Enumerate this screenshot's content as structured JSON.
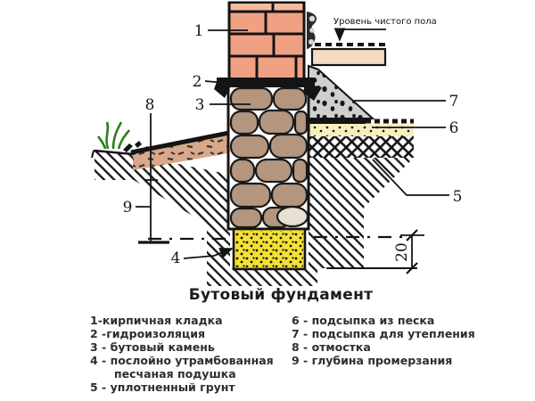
{
  "title": "Бутовый фундамент",
  "floor_level_label": "Уровень чистого пола",
  "dimension_frost_offset": "20",
  "callouts": {
    "n1": "1",
    "n2": "2",
    "n3": "3",
    "n4": "4",
    "n5": "5",
    "n6": "6",
    "n7": "7",
    "n8": "8",
    "n9": "9"
  },
  "legend": {
    "left": [
      "1-кирпичная кладка",
      "2 -гидроизоляция",
      "3 - бутовый камень",
      "4 - послойно утрамбованная",
      "песчаная подушка",
      "5 - уплотненный грунт"
    ],
    "right": [
      "6 - подсыпка из песка",
      "7 - подсыпка для утепления",
      "8 - отмостка",
      "9  - глубина промерзания"
    ]
  },
  "colors": {
    "line": "#141414",
    "brick": "#f0a184",
    "brick_light": "#f6bb9e",
    "stone": "#b4967f",
    "stone_light": "#e9e0d5",
    "sand_cushion": "#f2e034",
    "sand_layer": "#f6eebc",
    "gravel": "#cfcfcf",
    "slab": "#f5dcc0",
    "blind_area": "#d8a888",
    "grass": "#2e7d1e"
  }
}
